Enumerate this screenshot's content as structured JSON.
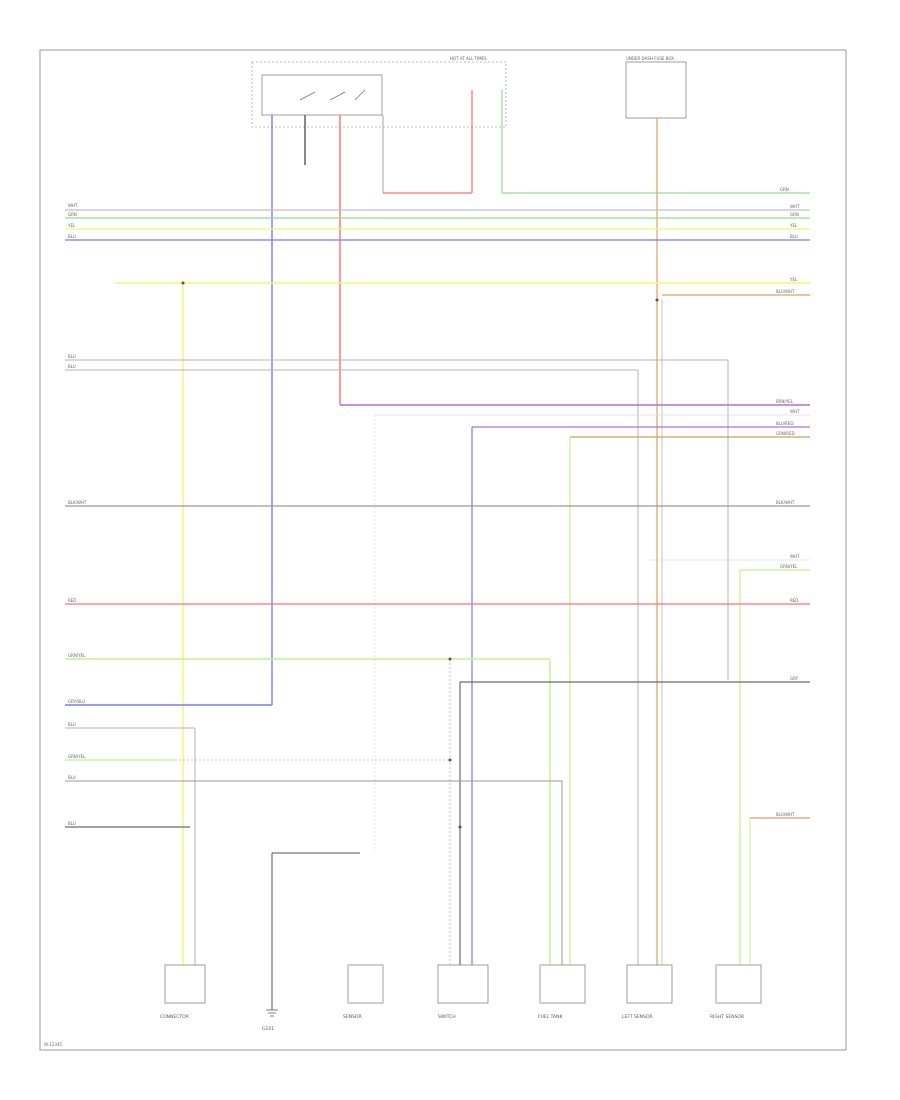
{
  "diagram": {
    "footer_code": "W-12345",
    "top_box_caption": "HOT AT ALL TIMES",
    "right_box_caption": "UNDER-DASH FUSE BOX",
    "colors": {
      "red": "#ff6f6f",
      "green": "#8fe08f",
      "yellow": "#f5f56a",
      "blue": "#7a7aff",
      "gray": "#b5b5b5",
      "dark_gray": "#6a6a6a",
      "purple": "#b070d0",
      "orange": "#e0a060",
      "lime": "#c8f08a"
    },
    "wire_labels": {
      "r1": "WHT",
      "r2": "GRN",
      "r3": "YEL",
      "r4": "BLU",
      "r5": "YEL",
      "r6": "BLU/WHT",
      "r7": "BRN/YEL",
      "r8": "WHT",
      "r9": "BLU/RED",
      "r10": "GRN/RED",
      "r11": "BLK/WHT",
      "r12": "WHT",
      "r13": "GRN/YEL",
      "r14": "RED",
      "r15": "GRY",
      "r16": "BLU/WHT",
      "l1": "WHT",
      "l2": "GRN",
      "l3": "YEL",
      "l4": "BLU",
      "l5": "BLU",
      "l6": "BLU",
      "l7": "BLK/WHT",
      "l8": "RED",
      "l9": "GRN/YEL",
      "l10": "GRY/BLU",
      "l11": "BLU",
      "l12": "GRN/YEL",
      "l13": "BLU",
      "l14": "BLU"
    },
    "components": {
      "c1": "CONNECTOR",
      "c2": "G101",
      "c3": "SENSOR",
      "c4": "SWITCH",
      "c5": "FUEL TANK",
      "c6": "LEFT SENSOR",
      "c7": "RIGHT SENSOR"
    }
  }
}
